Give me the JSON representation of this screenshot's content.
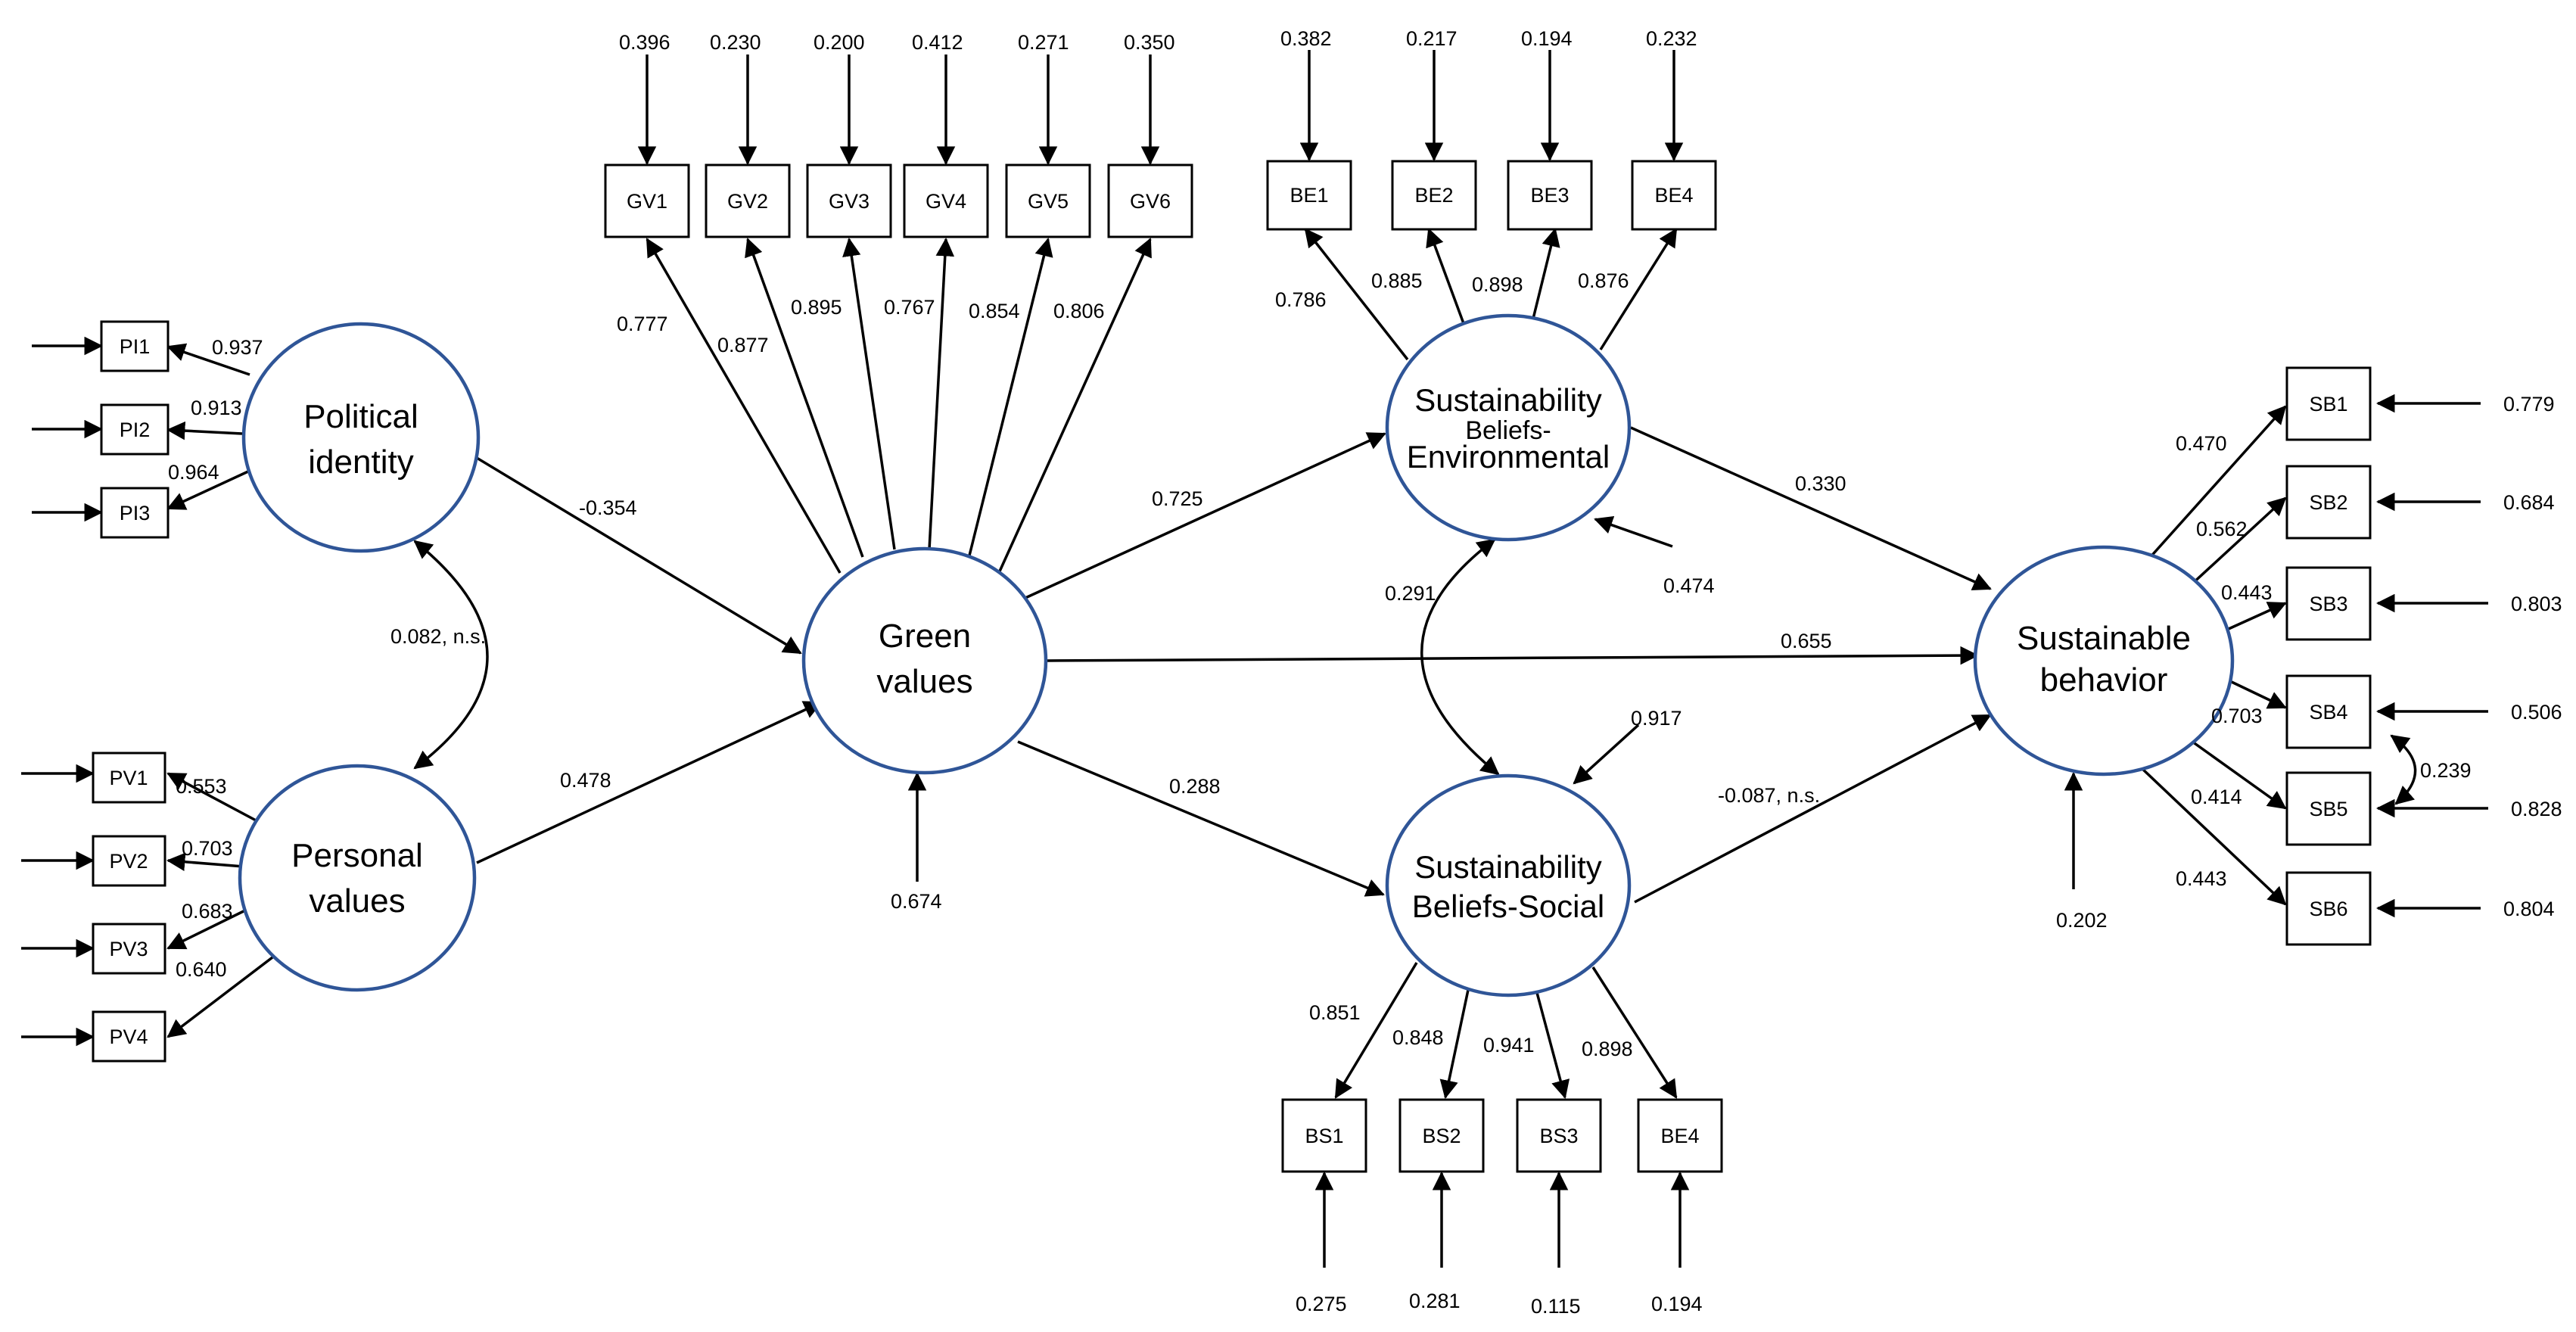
{
  "latents": {
    "political_identity": {
      "line1": "Political",
      "line2": "identity"
    },
    "personal_values": {
      "line1": "Personal",
      "line2": "values"
    },
    "green_values": {
      "line1": "Green",
      "line2": "values"
    },
    "sbe": {
      "line1": "Sustainability",
      "line2": "Beliefs-",
      "line3": "Environmental"
    },
    "sbs": {
      "line1": "Sustainability",
      "line2": "Beliefs-Social"
    },
    "sb": {
      "line1": "Sustainable",
      "line2": "behavior"
    }
  },
  "indicators": {
    "pi": [
      "PI1",
      "PI2",
      "PI3"
    ],
    "pv": [
      "PV1",
      "PV2",
      "PV3",
      "PV4"
    ],
    "gv": [
      "GV1",
      "GV2",
      "GV3",
      "GV4",
      "GV5",
      "GV6"
    ],
    "be": [
      "BE1",
      "BE2",
      "BE3",
      "BE4"
    ],
    "bs": [
      "BS1",
      "BS2",
      "BS3",
      "BE4"
    ],
    "sb": [
      "SB1",
      "SB2",
      "SB3",
      "SB4",
      "SB5",
      "SB6"
    ]
  },
  "loadings": {
    "pi": [
      "0.937",
      "0.913",
      "0.964"
    ],
    "pv": [
      "0.553",
      "0.703",
      "0.683",
      "0.640"
    ],
    "gv": [
      "0.777",
      "0.877",
      "0.895",
      "0.767",
      "0.854",
      "0.806"
    ],
    "be": [
      "0.786",
      "0.885",
      "0.898",
      "0.876"
    ],
    "bs": [
      "0.851",
      "0.848",
      "0.941",
      "0.898"
    ],
    "sb": [
      "0.470",
      "0.562",
      "0.443",
      "0.703",
      "0.414",
      "0.443"
    ]
  },
  "errors": {
    "gv": [
      "0.396",
      "0.230",
      "0.200",
      "0.412",
      "0.271",
      "0.350"
    ],
    "be": [
      "0.382",
      "0.217",
      "0.194",
      "0.232"
    ],
    "bs": [
      "0.275",
      "0.281",
      "0.115",
      "0.194"
    ],
    "sb": [
      "0.779",
      "0.684",
      "0.803",
      "0.506",
      "0.828",
      "0.804"
    ]
  },
  "paths": {
    "pi_gv": "-0.354",
    "pv_gv": "0.478",
    "pi_pv": "0.082, n.s.",
    "gv_sbe": "0.725",
    "gv_sb": "0.655",
    "gv_sbs": "0.288",
    "sbe_sb": "0.330",
    "sbs_sb": "-0.087, n.s.",
    "sbe_sbs": "0.291",
    "sb4_sb5": "0.239"
  },
  "residuals": {
    "gv": "0.674",
    "sbe": "0.474",
    "sbs": "0.917",
    "sb": "0.202"
  }
}
